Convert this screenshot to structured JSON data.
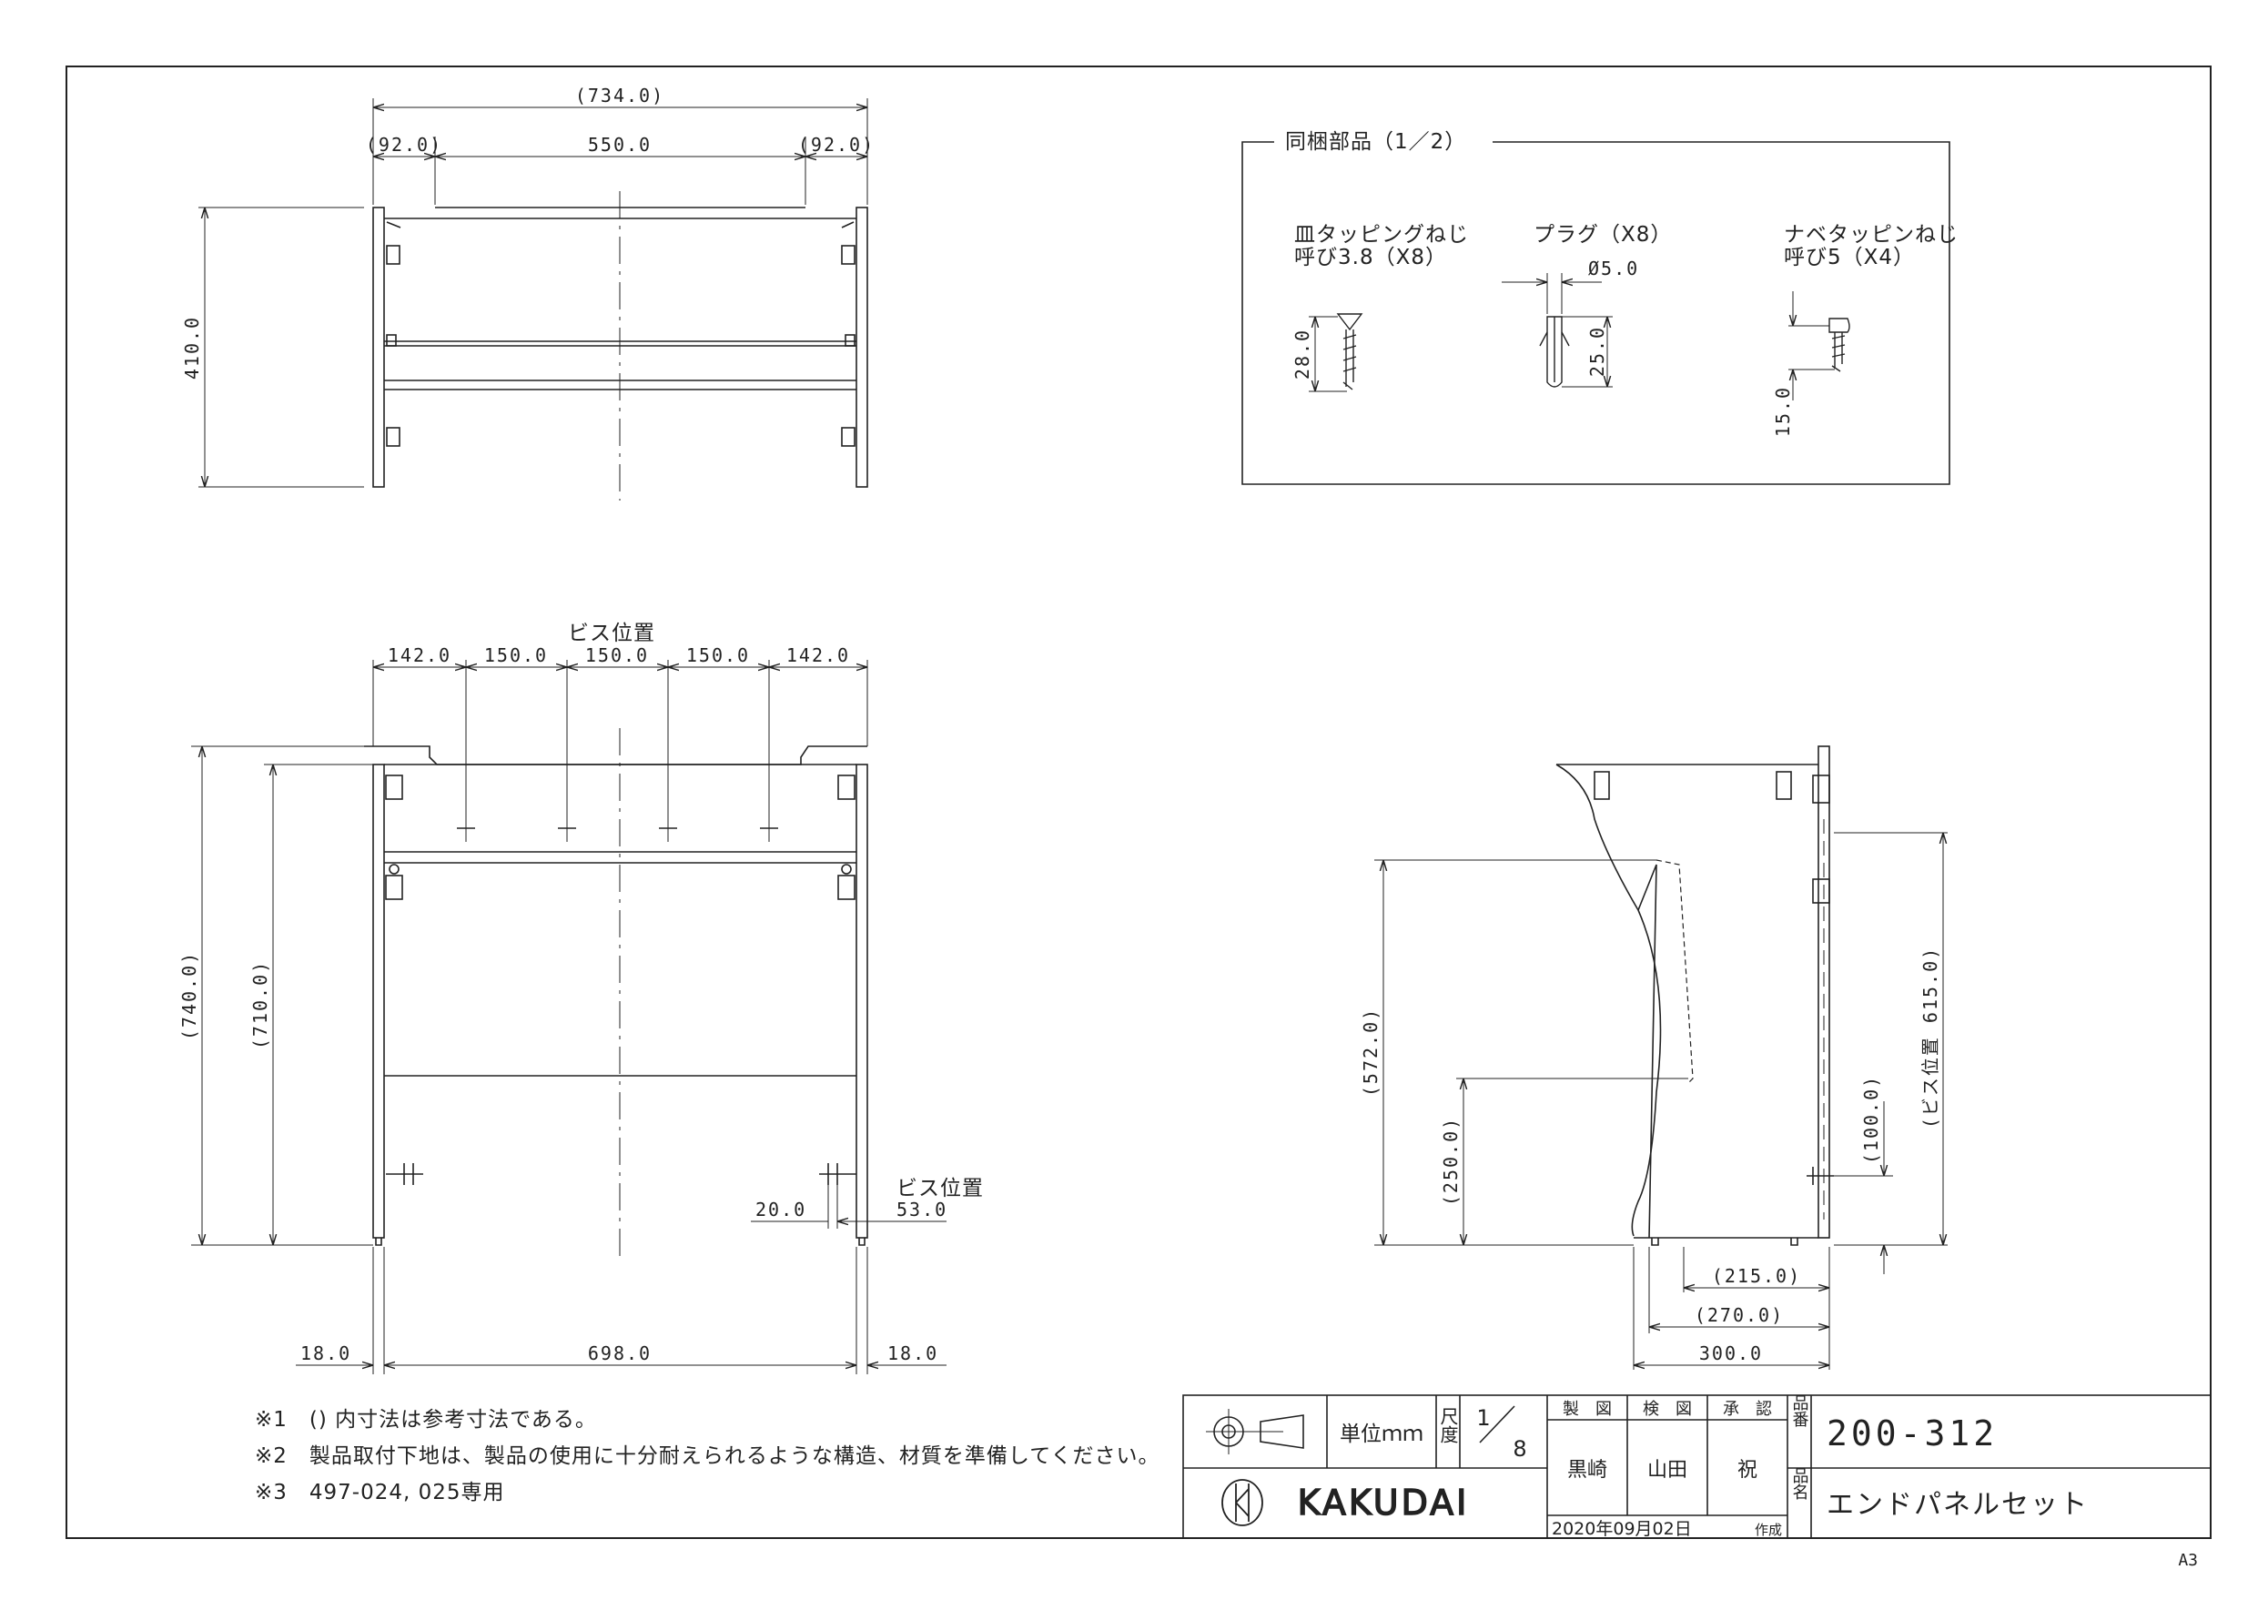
{
  "sheet_size": "A3",
  "top_view": {
    "overall_width": "(734.0)",
    "left_offset": "(92.0)",
    "center_width": "550.0",
    "right_offset": "(92.0)",
    "depth": "410.0"
  },
  "accessories": {
    "title": "同梱部品（1／2）",
    "items": [
      {
        "name": "皿タッピングねじ",
        "spec": "呼び3.8（X8）",
        "dim": "28.0"
      },
      {
        "name": "プラグ（X8）",
        "spec": "",
        "dim_dia": "Ø5.0",
        "dim": "25.0"
      },
      {
        "name": "ナベタッピンねじ",
        "spec": "呼び5（X4）",
        "dim": "15.0"
      }
    ]
  },
  "front_view": {
    "screw_label": "ビス位置",
    "screw_dims": [
      "142.0",
      "150.0",
      "150.0",
      "150.0",
      "142.0"
    ],
    "height_total": "(740.0)",
    "height_inner": "(710.0)",
    "screw_label2": "ビス位置",
    "dim_20": "20.0",
    "dim_53": "53.0",
    "left_thk": "18.0",
    "inner_width": "698.0",
    "right_thk": "18.0"
  },
  "side_view": {
    "h_572": "(572.0)",
    "h_250": "(250.0)",
    "h_100": "(100.0)",
    "screw_615": "(ビス位置 615.0)",
    "d_215": "(215.0)",
    "d_270": "(270.0)",
    "d_300": "300.0"
  },
  "notes": [
    "※1　() 内寸法は参考寸法である。",
    "※2　製品取付下地は、製品の使用に十分耐えられるような構造、材質を準備してください。",
    "※3　497-024, 025専用"
  ],
  "title_block": {
    "unit_label": "単位ｍｍ",
    "scale_label": "尺度",
    "scale_num": "1",
    "scale_den": "8",
    "drawn_label": "製　図",
    "checked_label": "検　図",
    "approved_label": "承　認",
    "drawn_by": "黒崎",
    "checked_by": "山田",
    "approved_by": "祝",
    "part_no_label": "品番",
    "part_no": "200-312",
    "part_name_label": "品名",
    "part_name": "エンドパネルセット",
    "company": "KAKUDAI",
    "date": "2020年09月02日",
    "date_suffix": "作成"
  }
}
